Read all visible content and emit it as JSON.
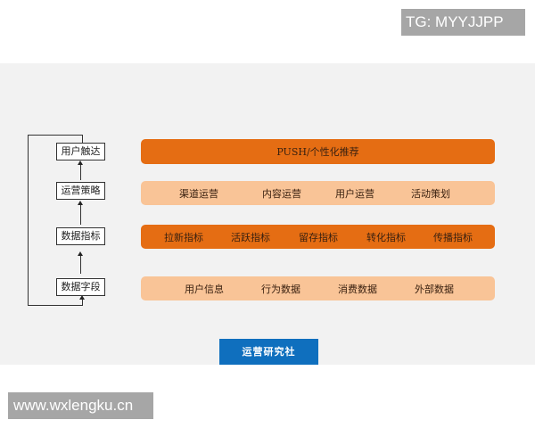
{
  "watermarks": {
    "top_right": "TG: MYYJJPP",
    "bottom_left": "www.wxlengku.cn"
  },
  "flow": {
    "stages": [
      {
        "label": "用户触达"
      },
      {
        "label": "运营策略"
      },
      {
        "label": "数据指标"
      },
      {
        "label": "数据字段"
      }
    ],
    "loop": "feedback from 用户触达 back to 数据字段"
  },
  "layers": [
    {
      "style": "dark",
      "items": [
        "PUSH/个性化推荐"
      ]
    },
    {
      "style": "light",
      "items": [
        "渠道运营",
        "内容运营",
        "用户运营",
        "活动策划"
      ]
    },
    {
      "style": "dark",
      "items": [
        "拉新指标",
        "活跃指标",
        "留存指标",
        "转化指标",
        "传播指标"
      ]
    },
    {
      "style": "light",
      "items": [
        "用户信息",
        "行为数据",
        "消费数据",
        "外部数据"
      ]
    }
  ],
  "banner": {
    "label": "运营研究社"
  },
  "colors": {
    "dark_orange": "#e56d13",
    "light_orange": "#f9c497",
    "banner_blue": "#0f6fbe",
    "background_band": "#f2f2f2",
    "watermark_gray": "#a6a6a6"
  }
}
